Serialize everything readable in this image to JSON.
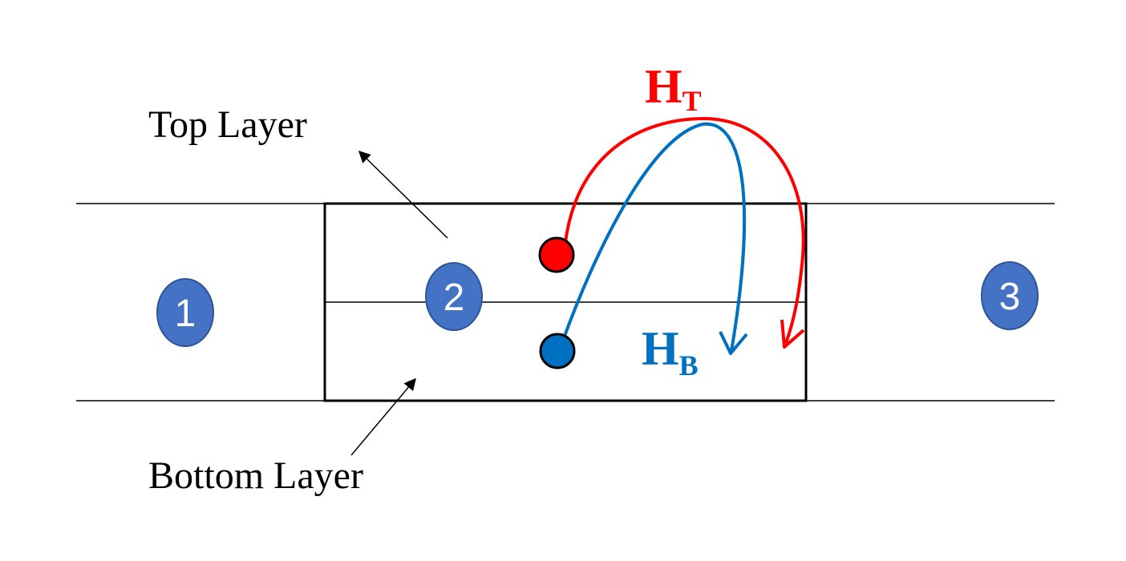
{
  "labels": {
    "top_layer": "Top Layer",
    "bottom_layer": "Bottom Layer"
  },
  "regions": [
    {
      "id": "1",
      "label": "1"
    },
    {
      "id": "2",
      "label": "2"
    },
    {
      "id": "3",
      "label": "3"
    }
  ],
  "fields": {
    "top": {
      "symbol": "H",
      "subscript": "T",
      "color": "#ff0000"
    },
    "bottom": {
      "symbol": "H",
      "subscript": "B",
      "color": "#0070c0"
    }
  },
  "colors": {
    "region_fill": "#4472c4",
    "region_stroke": "#2f5597",
    "line": "#000000"
  }
}
